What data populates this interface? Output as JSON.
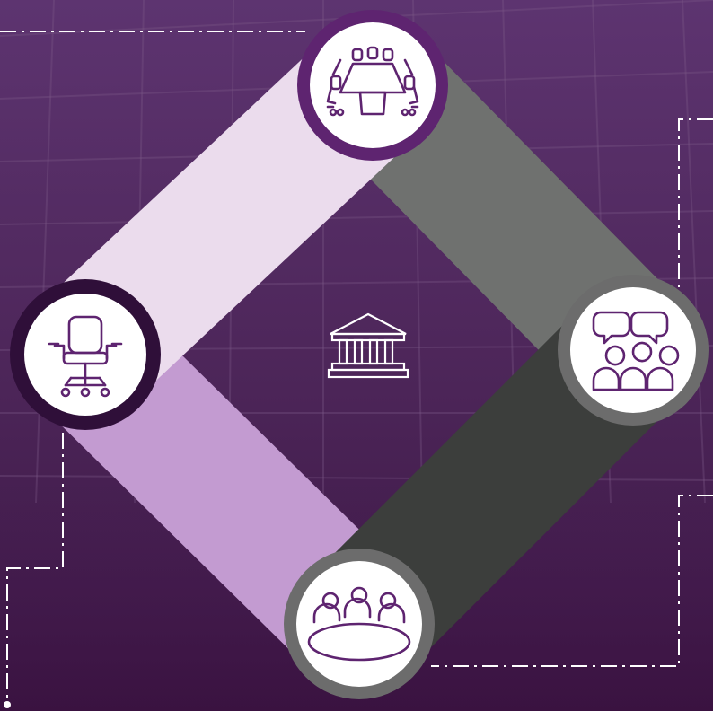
{
  "colors": {
    "background_top": "#5a2f6c",
    "background_bottom": "#3b1643",
    "band_top_left": "#ecdcee",
    "band_top_right": "#6f716f",
    "band_bottom_left": "#c49dd2",
    "band_bottom_right": "#3c3e3c",
    "accent_purple": "#5e2470",
    "ring_dark": "#2f0f39",
    "ring_gray": "#6c6c6c",
    "dashed_line": "#ffffff"
  },
  "nodes": [
    {
      "id": "top",
      "icon": "boardroom-table-icon"
    },
    {
      "id": "left",
      "icon": "office-chair-icon"
    },
    {
      "id": "right",
      "icon": "discussion-group-icon"
    },
    {
      "id": "bottom",
      "icon": "meeting-table-icon"
    }
  ],
  "center_icon": "bank-building-icon"
}
